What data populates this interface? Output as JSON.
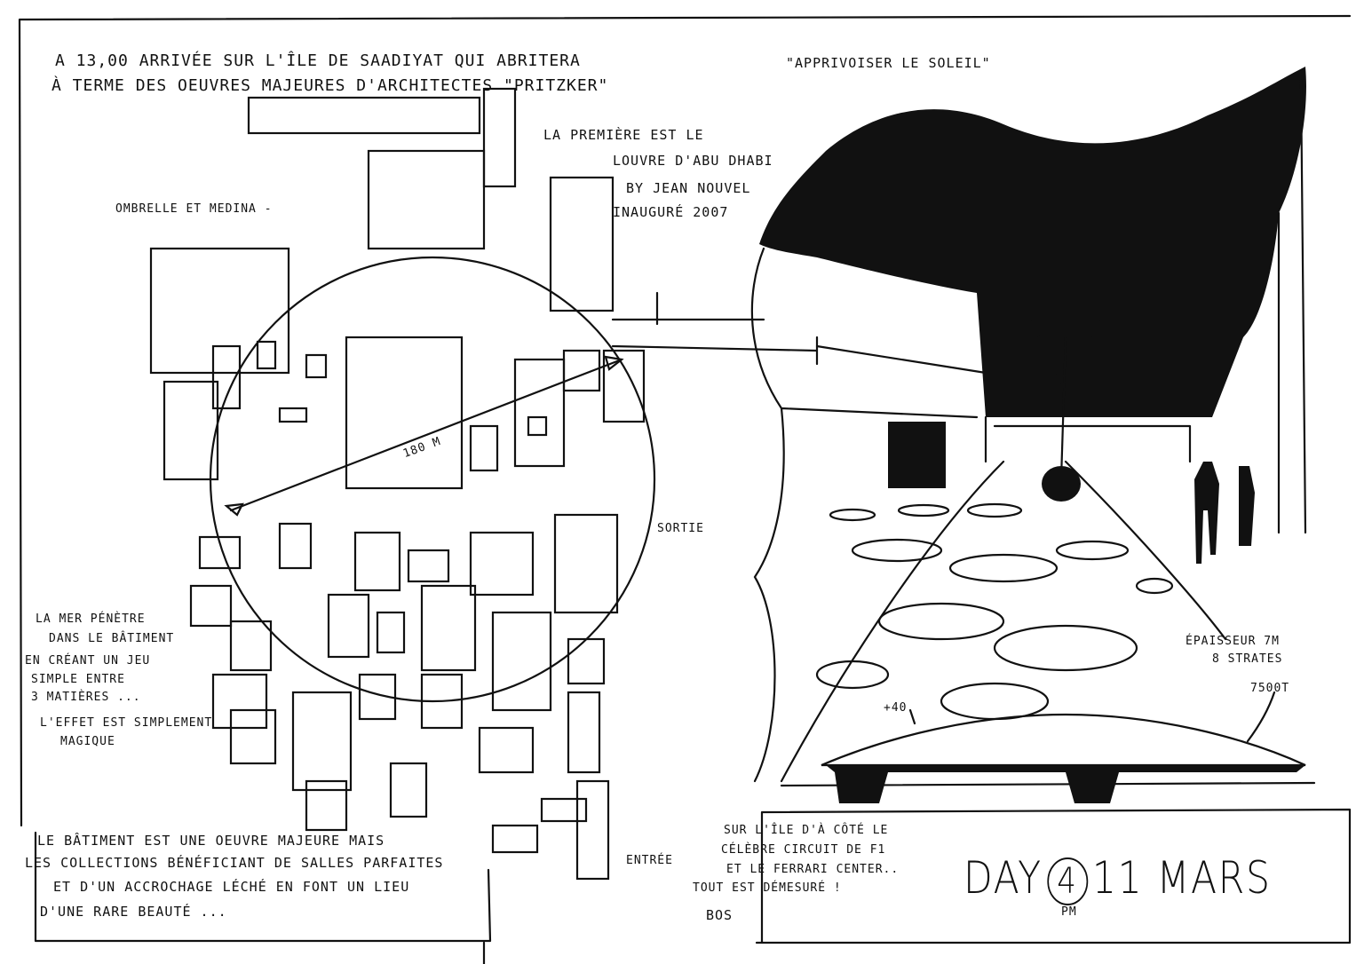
{
  "header": {
    "line1": "A 13,00 arrivée sur l'île de Saadiyat qui abritera",
    "line2": "à terme des oeuvres majeures d'architectes \"Pritzker\"",
    "quote": "\"Apprivoiser le soleil\""
  },
  "louvre_note": {
    "line1": "La première est le",
    "line2": "Louvre d'Abu Dhabi",
    "line3": "by Jean Nouvel",
    "line4": "inauguré 2007"
  },
  "plan": {
    "title": "Ombrelle et Medina -",
    "diameter": "180 m",
    "exit": "Sortie",
    "entrance": "Entrée"
  },
  "left_note": {
    "lines": [
      "La mer pénètre",
      "dans le bâtiment",
      "en créant un jeu",
      "simple entre",
      "3 matières ...",
      "L'effet est simplement",
      "magique"
    ]
  },
  "elevation": {
    "height_mark": "+40",
    "thickness": "Épaisseur 7m",
    "layers": "8 strates",
    "weight": "7500T"
  },
  "bottom_note": {
    "lines": [
      "Le bâtiment est une oeuvre majeure mais",
      "les collections bénéficiant de salles parfaites",
      "et d'un accrochage léché en font un lieu",
      "d'une rare beauté ..."
    ]
  },
  "island_note": {
    "lines": [
      "Sur l'île d'à côté le",
      "célèbre circuit de F1",
      "et le Ferrari Center..",
      "Tout est démesuré !"
    ]
  },
  "signature": "Bos",
  "date": {
    "day_label": "DAY",
    "day_number": "4",
    "date": "11 MARS",
    "time": "PM"
  }
}
